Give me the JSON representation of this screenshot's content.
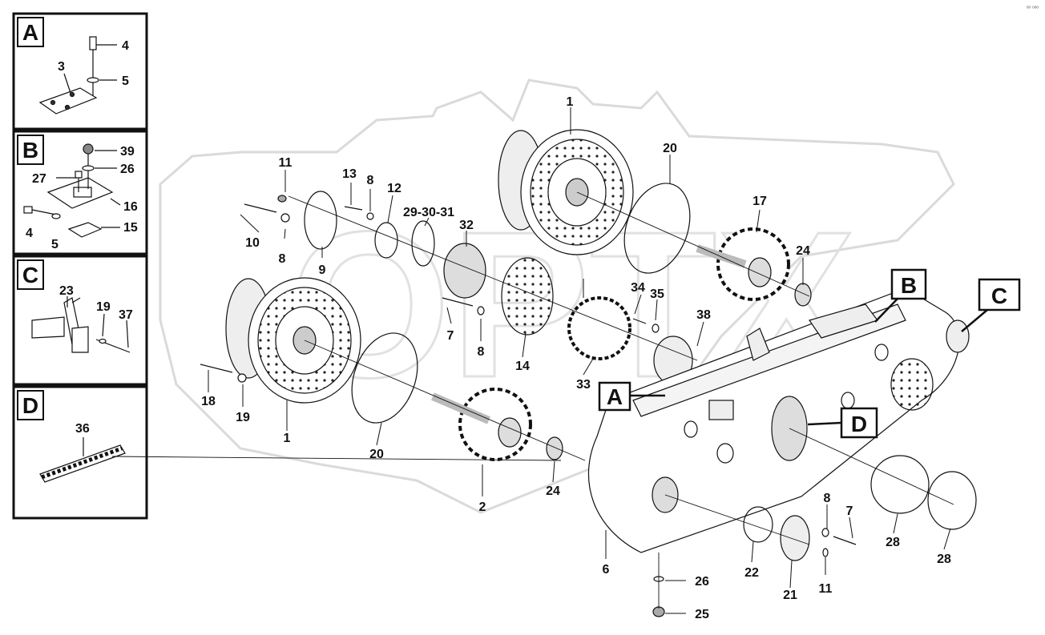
{
  "corner_mark": "ᵒᵒ ᵒᵒᵒ",
  "watermark": "OPTX",
  "insets": [
    {
      "letter": "A",
      "parts": [
        "3",
        "4",
        "5"
      ]
    },
    {
      "letter": "B",
      "parts": [
        "39",
        "26",
        "27",
        "16",
        "15",
        "4",
        "5"
      ]
    },
    {
      "letter": "C",
      "parts": [
        "23",
        "19",
        "37"
      ]
    },
    {
      "letter": "D",
      "parts": [
        "36"
      ]
    }
  ],
  "callouts": [
    "A",
    "B",
    "C",
    "D"
  ],
  "labels": [
    {
      "id": "l1a",
      "text": "1"
    },
    {
      "id": "l1b",
      "text": "1"
    },
    {
      "id": "l2",
      "text": "2"
    },
    {
      "id": "l6",
      "text": "6"
    },
    {
      "id": "l7a",
      "text": "7"
    },
    {
      "id": "l7b",
      "text": "7"
    },
    {
      "id": "l8a",
      "text": "8"
    },
    {
      "id": "l8b",
      "text": "8"
    },
    {
      "id": "l8c",
      "text": "8"
    },
    {
      "id": "l8d",
      "text": "8"
    },
    {
      "id": "l9",
      "text": "9"
    },
    {
      "id": "l10",
      "text": "10"
    },
    {
      "id": "l11a",
      "text": "11"
    },
    {
      "id": "l11b",
      "text": "11"
    },
    {
      "id": "l12",
      "text": "12"
    },
    {
      "id": "l13",
      "text": "13"
    },
    {
      "id": "l14",
      "text": "14"
    },
    {
      "id": "l17",
      "text": "17"
    },
    {
      "id": "l18",
      "text": "18"
    },
    {
      "id": "l19",
      "text": "19"
    },
    {
      "id": "l20a",
      "text": "20"
    },
    {
      "id": "l20b",
      "text": "20"
    },
    {
      "id": "l21",
      "text": "21"
    },
    {
      "id": "l22",
      "text": "22"
    },
    {
      "id": "l24a",
      "text": "24"
    },
    {
      "id": "l24b",
      "text": "24"
    },
    {
      "id": "l25",
      "text": "25"
    },
    {
      "id": "l26",
      "text": "26"
    },
    {
      "id": "l28a",
      "text": "28"
    },
    {
      "id": "l28b",
      "text": "28"
    },
    {
      "id": "l2931",
      "text": "29-30-31"
    },
    {
      "id": "l32",
      "text": "32"
    },
    {
      "id": "l33",
      "text": "33"
    },
    {
      "id": "l34",
      "text": "34"
    },
    {
      "id": "l35",
      "text": "35"
    },
    {
      "id": "l38",
      "text": "38"
    }
  ]
}
